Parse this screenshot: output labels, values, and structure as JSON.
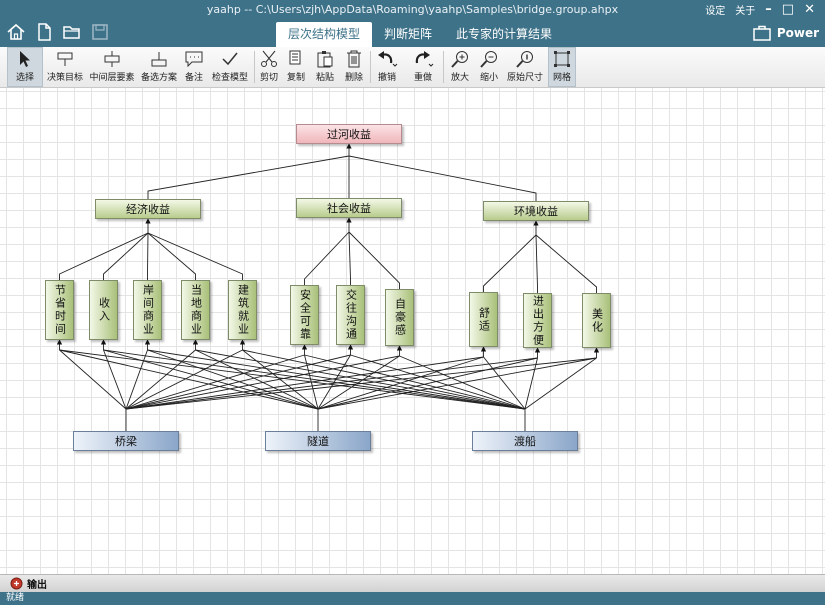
{
  "window": {
    "title": "yaahp -- C:\\Users\\zjh\\AppData\\Roaming\\yaahp\\Samples\\bridge.group.ahpx",
    "settings_label": "设定",
    "about_label": "关于",
    "brand": "Power"
  },
  "tabs": [
    {
      "label": "层次结构模型",
      "active": true
    },
    {
      "label": "判断矩阵",
      "active": false
    },
    {
      "label": "此专家的计算结果",
      "active": false
    }
  ],
  "toolbar": {
    "select": "选择",
    "goal": "决策目标",
    "middle": "中间层要素",
    "alternative": "备选方案",
    "note": "备注",
    "check": "检查模型",
    "cut": "剪切",
    "copy": "复制",
    "paste": "粘贴",
    "delete": "删除",
    "undo": "撤销",
    "redo": "重做",
    "zoom_in": "放大",
    "zoom_out": "缩小",
    "original_size": "原始尺寸",
    "grid": "网格"
  },
  "model": {
    "goal": "过河收益",
    "criteria": [
      "经济收益",
      "社会收益",
      "环境收益"
    ],
    "subcriteria": [
      "节省时间",
      "收入",
      "岸间商业",
      "当地商业",
      "建筑就业",
      "安全可靠",
      "交往沟通",
      "自豪感",
      "舒适",
      "进出方便",
      "美化"
    ],
    "alternatives": [
      "桥梁",
      "隧道",
      "渡船"
    ]
  },
  "output": {
    "label": "输出"
  },
  "status": {
    "text": "就绪"
  },
  "colors": {
    "titlebar": "#3e7289",
    "goal_fill": "#f0b6bb",
    "criterion_fill": "#b8cc8d",
    "alternative_fill": "#8aa6c9"
  }
}
